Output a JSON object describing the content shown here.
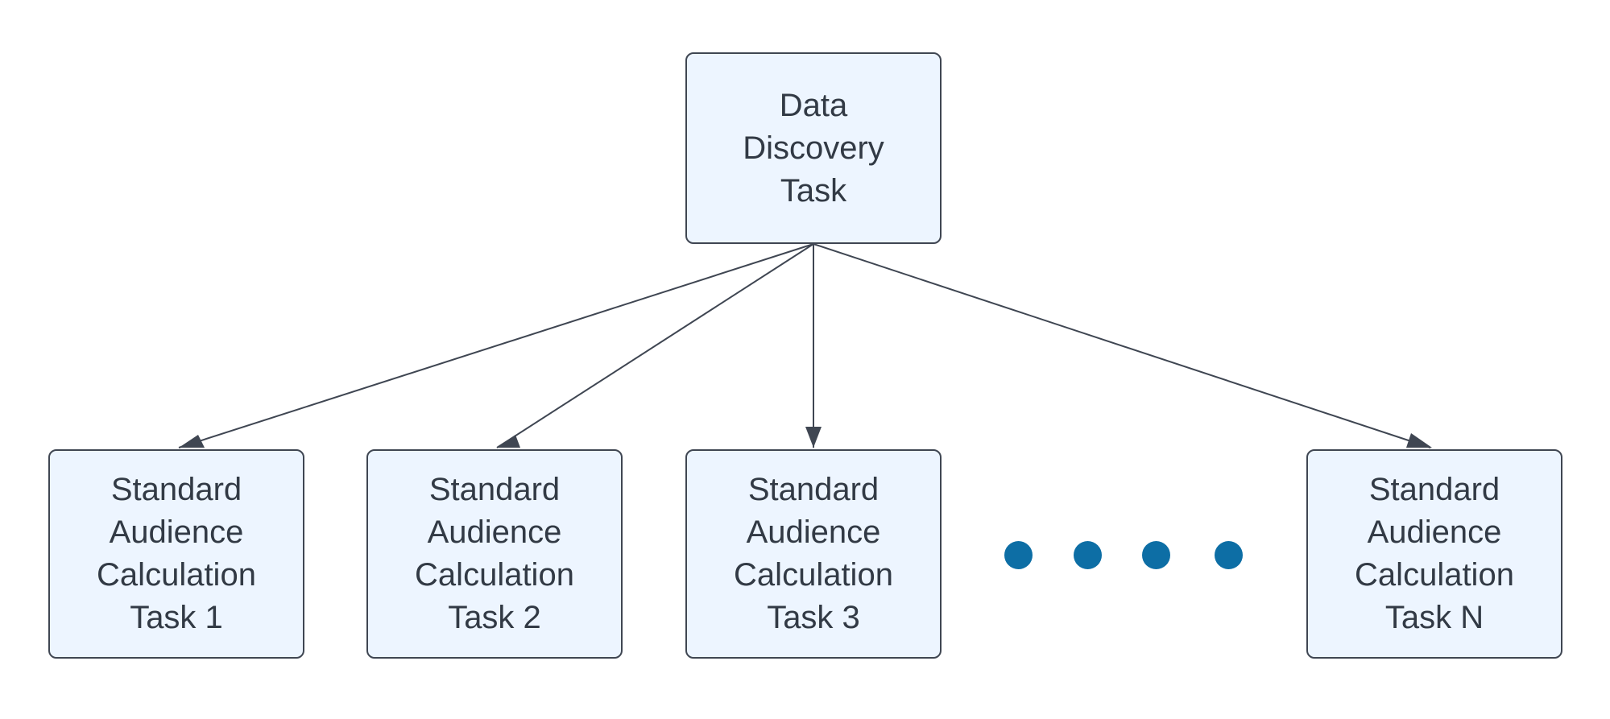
{
  "diagram": {
    "root": {
      "label": "Data\nDiscovery\nTask"
    },
    "children": [
      {
        "label": "Standard\nAudience\nCalculation\nTask 1"
      },
      {
        "label": "Standard\nAudience\nCalculation\nTask 2"
      },
      {
        "label": "Standard\nAudience\nCalculation\nTask 3"
      },
      {
        "label": "Standard\nAudience\nCalculation\nTask N"
      }
    ],
    "ellipsis_dot_count": 4,
    "colors": {
      "node_fill": "#edf5ff",
      "node_border": "#3f4652",
      "text": "#323a45",
      "connector": "#3f4652",
      "ellipsis": "#0d6ea5"
    }
  }
}
